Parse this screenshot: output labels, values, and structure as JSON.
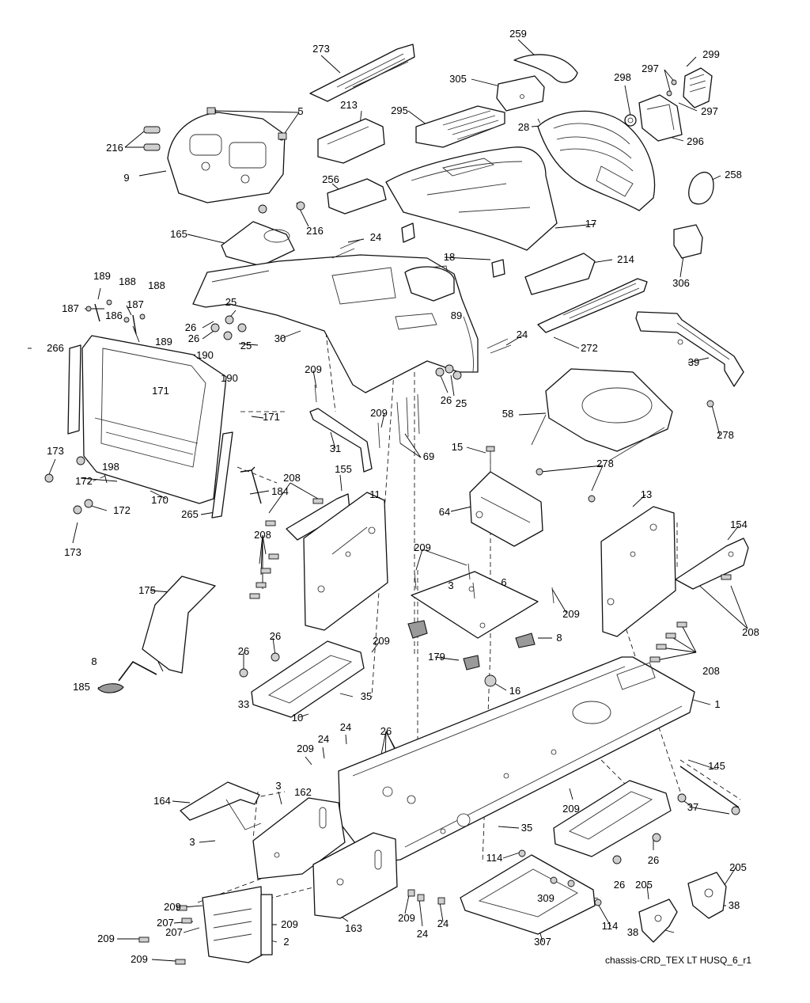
{
  "diagram": {
    "reference": "chassis-CRD_TEX LT HUSQ_6_r1"
  },
  "callouts": [
    {
      "id": "c273",
      "text": "273"
    },
    {
      "id": "c259",
      "text": "259"
    },
    {
      "id": "c299",
      "text": "299"
    },
    {
      "id": "c297a",
      "text": "297"
    },
    {
      "id": "c297b",
      "text": "297"
    },
    {
      "id": "c305",
      "text": "305"
    },
    {
      "id": "c298",
      "text": "298"
    },
    {
      "id": "c213",
      "text": "213"
    },
    {
      "id": "c295",
      "text": "295"
    },
    {
      "id": "c28",
      "text": "28"
    },
    {
      "id": "c296",
      "text": "296"
    },
    {
      "id": "c5",
      "text": "5"
    },
    {
      "id": "c216a",
      "text": "216"
    },
    {
      "id": "c9",
      "text": "9"
    },
    {
      "id": "c256",
      "text": "256"
    },
    {
      "id": "c216b",
      "text": "216"
    },
    {
      "id": "c258",
      "text": "258"
    },
    {
      "id": "c17",
      "text": "17"
    },
    {
      "id": "c165",
      "text": "165"
    },
    {
      "id": "c24a",
      "text": "24"
    },
    {
      "id": "c18",
      "text": "18"
    },
    {
      "id": "c214",
      "text": "214"
    },
    {
      "id": "c306",
      "text": "306"
    },
    {
      "id": "c189a",
      "text": "189"
    },
    {
      "id": "c188a",
      "text": "188"
    },
    {
      "id": "c188b",
      "text": "188"
    },
    {
      "id": "c187a",
      "text": "187"
    },
    {
      "id": "c187b",
      "text": "187"
    },
    {
      "id": "c25a",
      "text": "25"
    },
    {
      "id": "c89",
      "text": "89"
    },
    {
      "id": "c186",
      "text": "186"
    },
    {
      "id": "c189b",
      "text": "189"
    },
    {
      "id": "c26a",
      "text": "26"
    },
    {
      "id": "c26b",
      "text": "26"
    },
    {
      "id": "c25b",
      "text": "25"
    },
    {
      "id": "c30",
      "text": "30"
    },
    {
      "id": "c24b",
      "text": "24"
    },
    {
      "id": "c272",
      "text": "272"
    },
    {
      "id": "c266",
      "text": "266"
    },
    {
      "id": "c190a",
      "text": "190"
    },
    {
      "id": "c190b",
      "text": "190"
    },
    {
      "id": "c39",
      "text": "39"
    },
    {
      "id": "c209a",
      "text": "209"
    },
    {
      "id": "c171a",
      "text": "171"
    },
    {
      "id": "c26c",
      "text": "26"
    },
    {
      "id": "c25c",
      "text": "25"
    },
    {
      "id": "c278a",
      "text": "278"
    },
    {
      "id": "c209b",
      "text": "209"
    },
    {
      "id": "c171b",
      "text": "171"
    },
    {
      "id": "c58",
      "text": "58"
    },
    {
      "id": "c31",
      "text": "31"
    },
    {
      "id": "c69",
      "text": "69"
    },
    {
      "id": "c173a",
      "text": "173"
    },
    {
      "id": "c198",
      "text": "198"
    },
    {
      "id": "c172a",
      "text": "172"
    },
    {
      "id": "c15",
      "text": "15"
    },
    {
      "id": "c278b",
      "text": "278"
    },
    {
      "id": "c208a",
      "text": "208"
    },
    {
      "id": "c155",
      "text": "155"
    },
    {
      "id": "c184",
      "text": "184"
    },
    {
      "id": "c11",
      "text": "11"
    },
    {
      "id": "c13",
      "text": "13"
    },
    {
      "id": "c170",
      "text": "170"
    },
    {
      "id": "c172b",
      "text": "172"
    },
    {
      "id": "c64",
      "text": "64"
    },
    {
      "id": "c265",
      "text": "265"
    },
    {
      "id": "c154",
      "text": "154"
    },
    {
      "id": "c208b",
      "text": "208"
    },
    {
      "id": "c173b",
      "text": "173"
    },
    {
      "id": "c209c",
      "text": "209"
    },
    {
      "id": "c6",
      "text": "6"
    },
    {
      "id": "c175",
      "text": "175"
    },
    {
      "id": "c3a",
      "text": "3"
    },
    {
      "id": "c209d",
      "text": "209"
    },
    {
      "id": "c208c",
      "text": "208"
    },
    {
      "id": "c26d",
      "text": "26"
    },
    {
      "id": "c209e",
      "text": "209"
    },
    {
      "id": "c8a",
      "text": "8"
    },
    {
      "id": "c26e",
      "text": "26"
    },
    {
      "id": "c179",
      "text": "179"
    },
    {
      "id": "c8b",
      "text": "8"
    },
    {
      "id": "c208d",
      "text": "208"
    },
    {
      "id": "c185",
      "text": "185"
    },
    {
      "id": "c35a",
      "text": "35"
    },
    {
      "id": "c16",
      "text": "16"
    },
    {
      "id": "c33",
      "text": "33"
    },
    {
      "id": "c1",
      "text": "1"
    },
    {
      "id": "c10",
      "text": "10"
    },
    {
      "id": "c24c",
      "text": "24"
    },
    {
      "id": "c26f",
      "text": "26"
    },
    {
      "id": "c24d",
      "text": "24"
    },
    {
      "id": "c209f",
      "text": "209"
    },
    {
      "id": "c145",
      "text": "145"
    },
    {
      "id": "c164",
      "text": "164"
    },
    {
      "id": "c3b",
      "text": "3"
    },
    {
      "id": "c162",
      "text": "162"
    },
    {
      "id": "c209g",
      "text": "209"
    },
    {
      "id": "c37",
      "text": "37"
    },
    {
      "id": "c3c",
      "text": "3"
    },
    {
      "id": "c35b",
      "text": "35"
    },
    {
      "id": "c26g",
      "text": "26"
    },
    {
      "id": "c114a",
      "text": "114"
    },
    {
      "id": "c205a",
      "text": "205"
    },
    {
      "id": "c26h",
      "text": "26"
    },
    {
      "id": "c205b",
      "text": "205"
    },
    {
      "id": "c309",
      "text": "309"
    },
    {
      "id": "c38a",
      "text": "38"
    },
    {
      "id": "c209h",
      "text": "209"
    },
    {
      "id": "c207a",
      "text": "207"
    },
    {
      "id": "c209i",
      "text": "209"
    },
    {
      "id": "c207b",
      "text": "207"
    },
    {
      "id": "c209j",
      "text": "209"
    },
    {
      "id": "c163",
      "text": "163"
    },
    {
      "id": "c209k",
      "text": "209"
    },
    {
      "id": "c24e",
      "text": "24"
    },
    {
      "id": "c24f",
      "text": "24"
    },
    {
      "id": "c114b",
      "text": "114"
    },
    {
      "id": "c38b",
      "text": "38"
    },
    {
      "id": "c2",
      "text": "2"
    },
    {
      "id": "c307",
      "text": "307"
    },
    {
      "id": "c209l",
      "text": "209"
    }
  ]
}
